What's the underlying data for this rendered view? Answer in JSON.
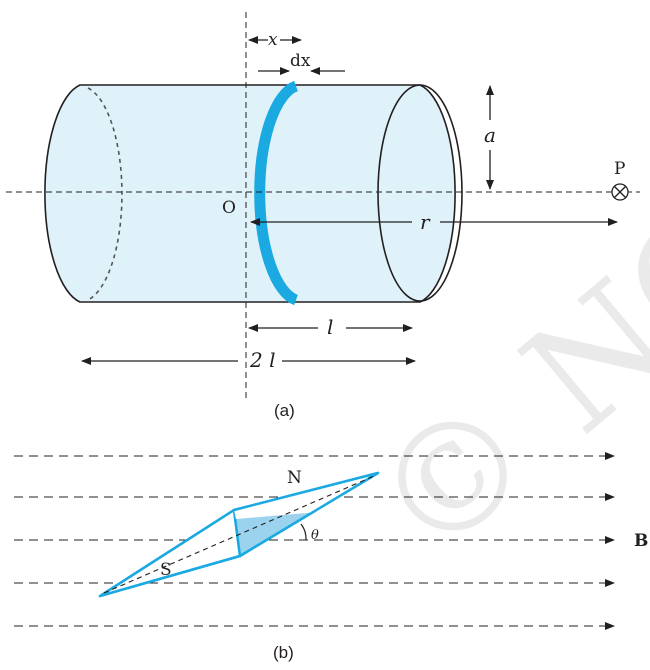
{
  "colors": {
    "cylinder_fill": "#dff2f9",
    "ring": "#1aa9e1",
    "needle_outline": "#1aa9e1",
    "needle_fill": "#9bd3ee",
    "line": "#231f20",
    "watermark": "#e8e8e8"
  },
  "figure_a": {
    "label_x": "x",
    "label_dx": "dx",
    "label_a": "a",
    "label_P": "P",
    "label_O": "O",
    "label_r": "r",
    "label_l": "l",
    "label_2l": "2 l",
    "caption": "(a)",
    "point_P_symbol": "circle-cross-icon"
  },
  "figure_b": {
    "label_N": "N",
    "label_S": "S",
    "label_theta": "θ",
    "label_B": "B",
    "caption": "(b)"
  },
  "watermark": {
    "text": "© NCERT not to be republished"
  }
}
